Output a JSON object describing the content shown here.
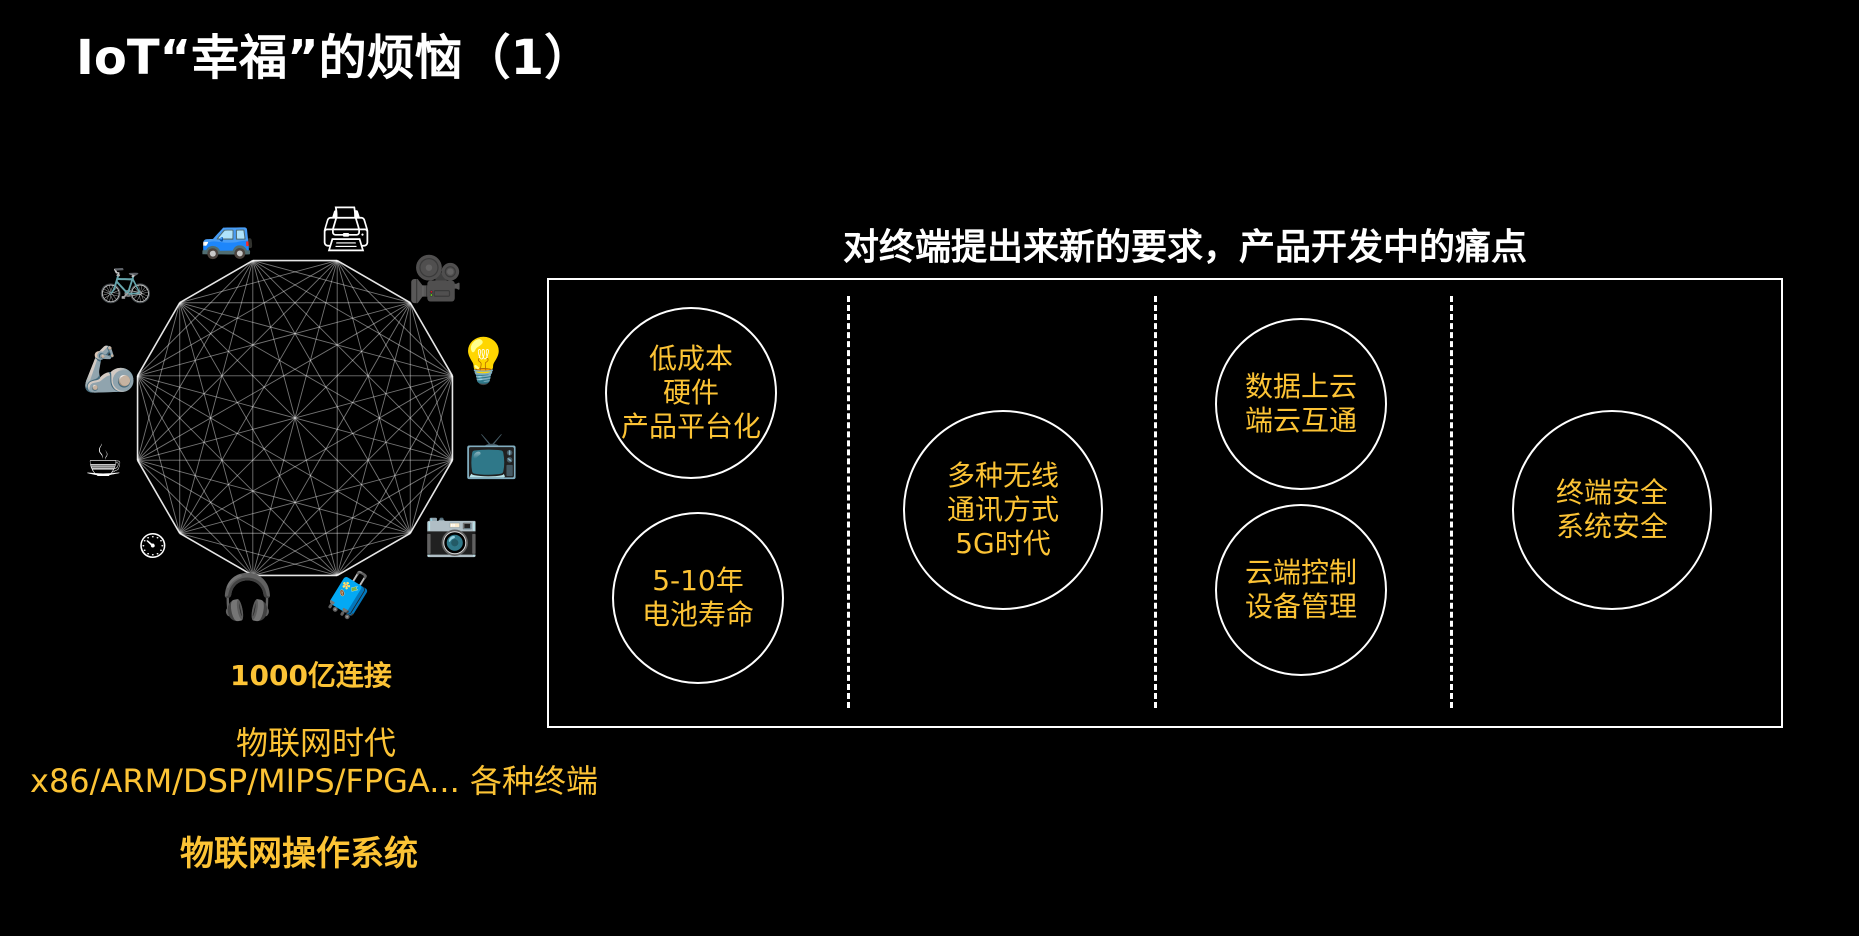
{
  "slide": {
    "title": "IoT“幸福”的烦恼（1）",
    "subtitle": "对终端提出来新的要求，产品开发中的痛点"
  },
  "left_panel": {
    "connections": "1000亿连接",
    "era": "物联网时代",
    "architectures": "x86/ARM/DSP/MIPS/FPGA... 各种终端",
    "os": "物联网操作系统",
    "device_icons": [
      "car-icon",
      "printer-icon",
      "video-camera-icon",
      "light-bulb-icon",
      "tv-icon",
      "camera-icon",
      "luggage-cart-icon",
      "headphones-icon",
      "gauge-icon",
      "coffee-cup-icon",
      "robot-arm-icon",
      "bicycle-icon"
    ]
  },
  "pain_points": [
    {
      "text": "低成本\n硬件\n产品平台化"
    },
    {
      "text": "5-10年\n电池寿命"
    },
    {
      "text": "多种无线\n通讯方式\n5G时代"
    },
    {
      "text": "数据上云\n端云互通"
    },
    {
      "text": "云端控制\n设备管理"
    },
    {
      "text": "终端安全\n系统安全"
    }
  ],
  "colors": {
    "accent": "#FCC335",
    "background": "#000000",
    "line": "#FFFFFF"
  }
}
